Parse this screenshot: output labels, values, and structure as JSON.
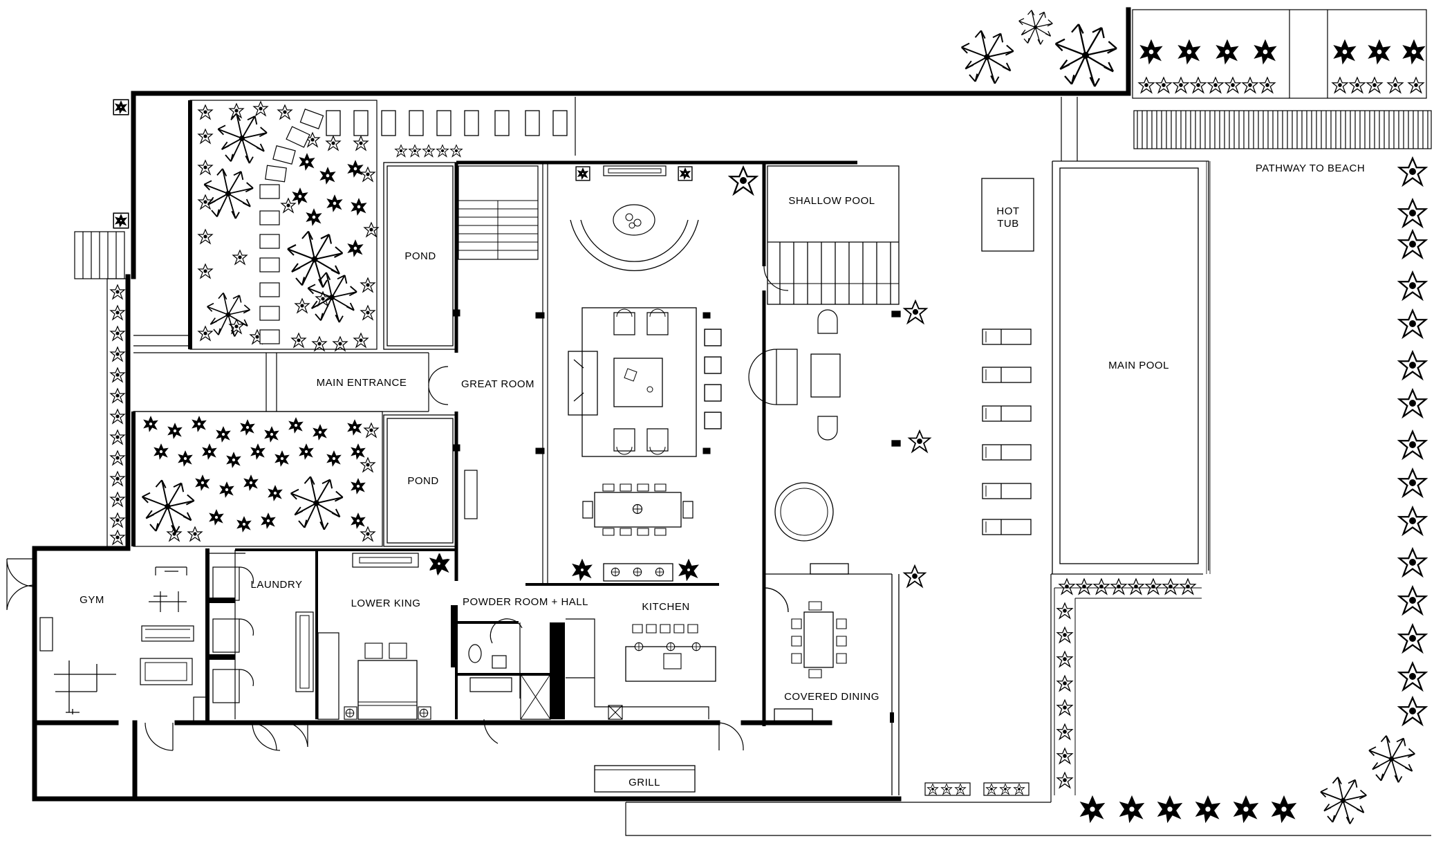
{
  "plan": {
    "room_labels": {
      "pathway": "PATHWAY TO BEACH",
      "hot_tub_line1": "HOT",
      "hot_tub_line2": "TUB",
      "main_pool": "MAIN POOL",
      "shallow_pool": "SHALLOW POOL",
      "pond_north": "POND",
      "pond_south": "POND",
      "main_entrance": "MAIN ENTRANCE",
      "great_room": "GREAT ROOM",
      "gym": "GYM",
      "laundry": "LAUNDRY",
      "lower_king": "LOWER KING",
      "powder_room": "POWDER ROOM + HALL",
      "kitchen": "KITCHEN",
      "covered_dining": "COVERED DINING",
      "grill": "GRILL"
    },
    "colors": {
      "line": "#000000",
      "background": "#ffffff"
    }
  }
}
